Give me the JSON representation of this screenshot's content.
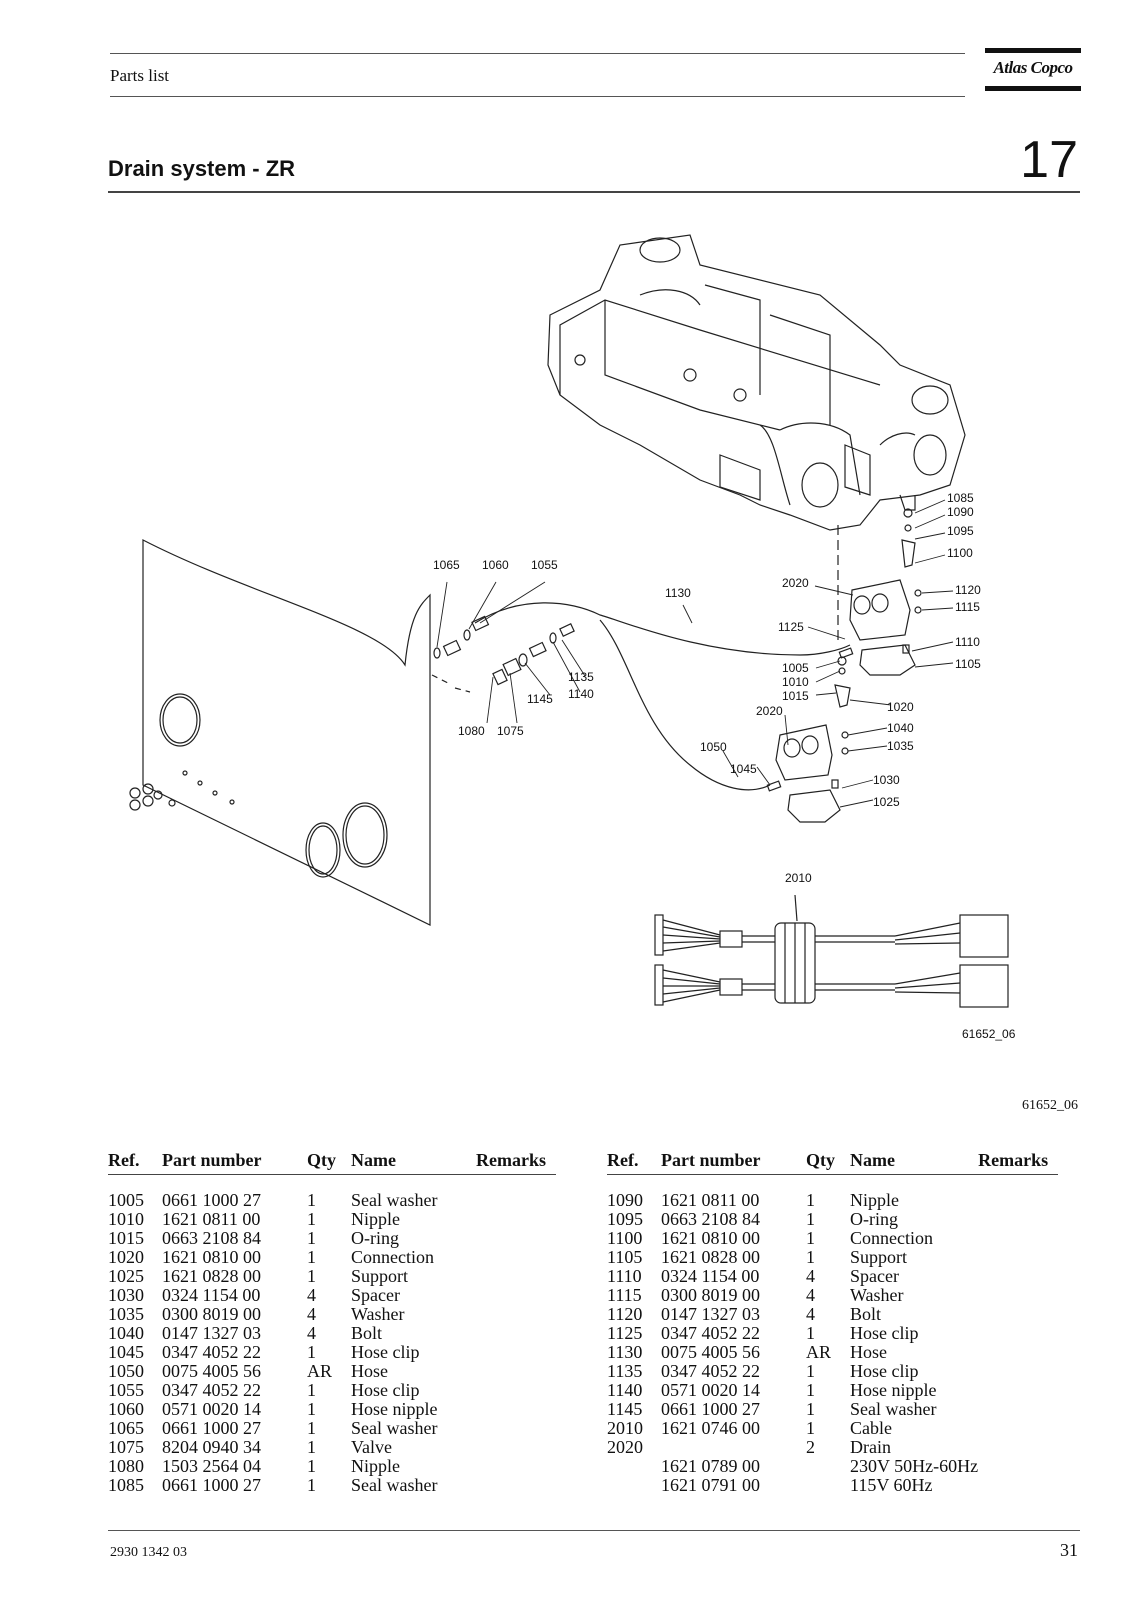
{
  "header": {
    "running_title": "Parts list",
    "logo_text": "Atlas Copco",
    "section_title": "Drain system - ZR",
    "section_number": "17"
  },
  "drawing": {
    "inner_id": "61652_06",
    "outer_id": "61652_06",
    "callouts": [
      "1085",
      "1090",
      "1095",
      "1100",
      "1120",
      "1115",
      "1110",
      "1105",
      "1125",
      "2020",
      "1130",
      "1065",
      "1060",
      "1055",
      "1135",
      "1140",
      "1145",
      "1080",
      "1075",
      "1005",
      "1010",
      "1015",
      "1020",
      "2020",
      "1040",
      "1035",
      "1050",
      "1045",
      "1030",
      "1025",
      "2010"
    ]
  },
  "table": {
    "headers": {
      "ref": "Ref.",
      "part_number": "Part number",
      "qty": "Qty",
      "name": "Name",
      "remarks": "Remarks"
    },
    "left_rows": [
      {
        "ref": "1005",
        "part_number": "0661 1000 27",
        "qty": "1",
        "name": "Seal washer",
        "remarks": ""
      },
      {
        "ref": "1010",
        "part_number": "1621 0811 00",
        "qty": "1",
        "name": "Nipple",
        "remarks": ""
      },
      {
        "ref": "1015",
        "part_number": "0663 2108 84",
        "qty": "1",
        "name": "O-ring",
        "remarks": ""
      },
      {
        "ref": "1020",
        "part_number": "1621 0810 00",
        "qty": "1",
        "name": "Connection",
        "remarks": ""
      },
      {
        "ref": "1025",
        "part_number": "1621 0828 00",
        "qty": "1",
        "name": "Support",
        "remarks": ""
      },
      {
        "ref": "1030",
        "part_number": "0324 1154 00",
        "qty": "4",
        "name": "Spacer",
        "remarks": ""
      },
      {
        "ref": "1035",
        "part_number": "0300 8019 00",
        "qty": "4",
        "name": "Washer",
        "remarks": ""
      },
      {
        "ref": "1040",
        "part_number": "0147 1327 03",
        "qty": "4",
        "name": "Bolt",
        "remarks": ""
      },
      {
        "ref": "1045",
        "part_number": "0347 4052 22",
        "qty": "1",
        "name": "Hose clip",
        "remarks": ""
      },
      {
        "ref": "1050",
        "part_number": "0075 4005 56",
        "qty": "AR",
        "name": "Hose",
        "remarks": ""
      },
      {
        "ref": "1055",
        "part_number": "0347 4052 22",
        "qty": "1",
        "name": "Hose clip",
        "remarks": ""
      },
      {
        "ref": "1060",
        "part_number": "0571 0020 14",
        "qty": "1",
        "name": "Hose nipple",
        "remarks": ""
      },
      {
        "ref": "1065",
        "part_number": "0661 1000 27",
        "qty": "1",
        "name": "Seal washer",
        "remarks": ""
      },
      {
        "ref": "1075",
        "part_number": "8204 0940 34",
        "qty": "1",
        "name": "Valve",
        "remarks": ""
      },
      {
        "ref": "1080",
        "part_number": "1503 2564 04",
        "qty": "1",
        "name": "Nipple",
        "remarks": ""
      },
      {
        "ref": "1085",
        "part_number": "0661 1000 27",
        "qty": "1",
        "name": "Seal washer",
        "remarks": ""
      }
    ],
    "right_rows": [
      {
        "ref": "1090",
        "part_number": "1621 0811 00",
        "qty": "1",
        "name": "Nipple",
        "remarks": ""
      },
      {
        "ref": "1095",
        "part_number": "0663 2108 84",
        "qty": "1",
        "name": "O-ring",
        "remarks": ""
      },
      {
        "ref": "1100",
        "part_number": "1621 0810 00",
        "qty": "1",
        "name": "Connection",
        "remarks": ""
      },
      {
        "ref": "1105",
        "part_number": "1621 0828 00",
        "qty": "1",
        "name": "Support",
        "remarks": ""
      },
      {
        "ref": "1110",
        "part_number": "0324 1154 00",
        "qty": "4",
        "name": "Spacer",
        "remarks": ""
      },
      {
        "ref": "1115",
        "part_number": "0300 8019 00",
        "qty": "4",
        "name": "Washer",
        "remarks": ""
      },
      {
        "ref": "1120",
        "part_number": "0147 1327 03",
        "qty": "4",
        "name": "Bolt",
        "remarks": ""
      },
      {
        "ref": "1125",
        "part_number": "0347 4052 22",
        "qty": "1",
        "name": "Hose clip",
        "remarks": ""
      },
      {
        "ref": "1130",
        "part_number": "0075 4005 56",
        "qty": "AR",
        "name": "Hose",
        "remarks": ""
      },
      {
        "ref": "1135",
        "part_number": "0347 4052 22",
        "qty": "1",
        "name": "Hose clip",
        "remarks": ""
      },
      {
        "ref": "1140",
        "part_number": "0571 0020 14",
        "qty": "1",
        "name": "Hose nipple",
        "remarks": ""
      },
      {
        "ref": "1145",
        "part_number": "0661 1000 27",
        "qty": "1",
        "name": "Seal washer",
        "remarks": ""
      },
      {
        "ref": "2010",
        "part_number": "1621 0746 00",
        "qty": "1",
        "name": "Cable",
        "remarks": ""
      },
      {
        "ref": "2020",
        "part_number": "",
        "qty": "2",
        "name": "Drain",
        "remarks": ""
      },
      {
        "ref": "",
        "part_number": "1621 0789 00",
        "qty": "",
        "name": "230V 50Hz-60Hz",
        "remarks": ""
      },
      {
        "ref": "",
        "part_number": "1621 0791 00",
        "qty": "",
        "name": "115V 60Hz",
        "remarks": ""
      }
    ]
  },
  "footer": {
    "doc_number": "2930 1342 03",
    "page_number": "31"
  }
}
